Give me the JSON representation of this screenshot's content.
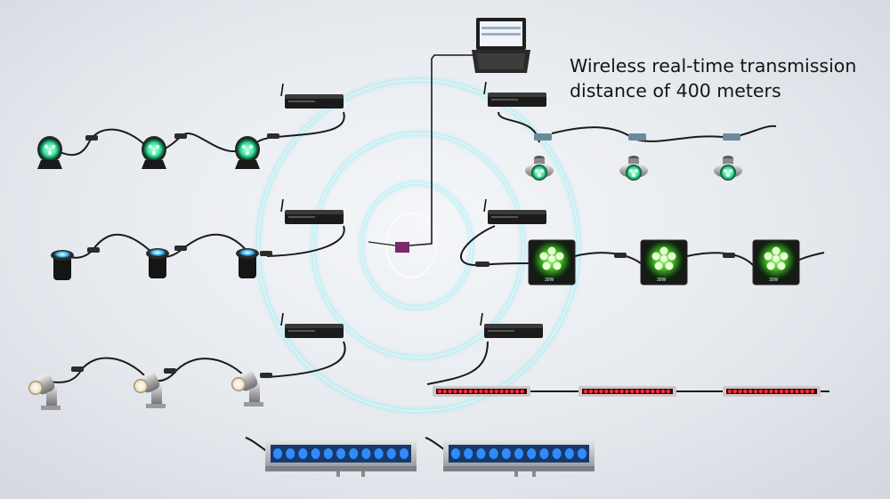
{
  "caption": {
    "line1": "Wireless real-time transmission",
    "line2": "distance of 400 meters"
  },
  "panel_label": "30W",
  "colors": {
    "signal_wave": "#8fe6ee",
    "panel_light": "#5cff2e",
    "strip_light": "#ff2a3a",
    "wall_washer_light": "#2f8cff",
    "spot_green": "#36e59a",
    "underground_blue": "#4fc3f7",
    "controller": "#1b1b1b",
    "cable": "#1a1a1a",
    "receiver_box": "#7a2a6a"
  },
  "icons": {
    "laptop": "laptop-icon",
    "controller": "dmx-controller-icon",
    "receiver": "wireless-receiver-icon"
  }
}
